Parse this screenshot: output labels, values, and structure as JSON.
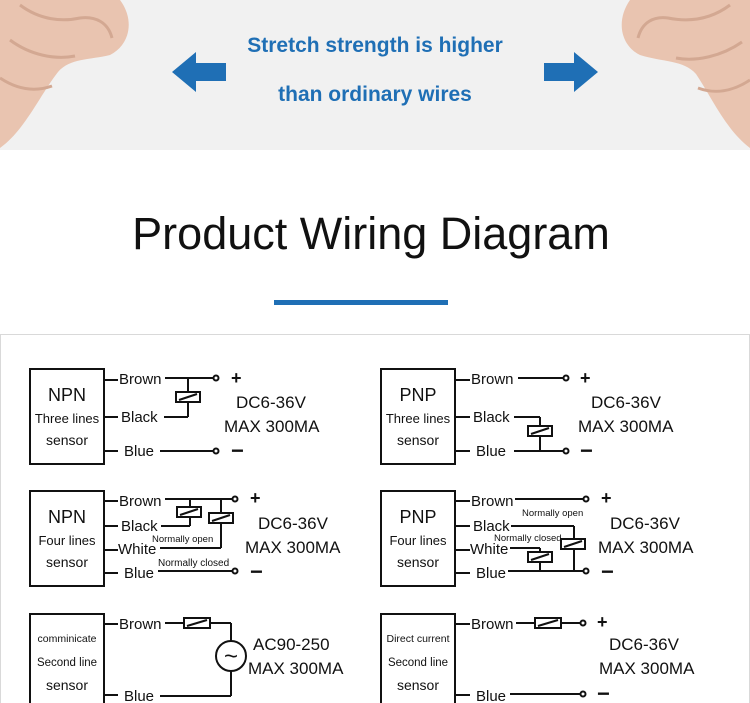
{
  "banner": {
    "line1": "Stretch strength is higher",
    "line2": "than ordinary wires",
    "accent": "#1f6fb5"
  },
  "title": "Product Wiring Diagram",
  "diagrams": [
    {
      "box": [
        "NPN",
        "Three lines",
        "sensor"
      ],
      "wires": [
        "Brown",
        "Black",
        "Blue"
      ],
      "spec": [
        "DC6-36V",
        "MAX 300MA"
      ],
      "plus": "+",
      "minus": "−"
    },
    {
      "box": [
        "PNP",
        "Three lines",
        "sensor"
      ],
      "wires": [
        "Brown",
        "Black",
        "Blue"
      ],
      "spec": [
        "DC6-36V",
        "MAX 300MA"
      ],
      "plus": "+",
      "minus": "−"
    },
    {
      "box": [
        "NPN",
        "Four lines",
        "sensor"
      ],
      "wires": [
        "Brown",
        "Black",
        "White",
        "Blue"
      ],
      "spec": [
        "DC6-36V",
        "MAX 300MA"
      ],
      "notes": [
        "Normally open",
        "Normally closed"
      ],
      "plus": "+",
      "minus": "−"
    },
    {
      "box": [
        "PNP",
        "Four lines",
        "sensor"
      ],
      "wires": [
        "Brown",
        "Black",
        "White",
        "Blue"
      ],
      "spec": [
        "DC6-36V",
        "MAX 300MA"
      ],
      "notes": [
        "Normally open",
        "Normally closed"
      ],
      "plus": "+",
      "minus": "−"
    },
    {
      "box": [
        "comminicate",
        "Second line",
        "sensor"
      ],
      "wires": [
        "Brown",
        "Blue"
      ],
      "spec": [
        "AC90-250",
        "MAX 300MA"
      ],
      "ac_symbol": "~"
    },
    {
      "box": [
        "Direct current",
        "Second line",
        "sensor"
      ],
      "wires": [
        "Brown",
        "Blue"
      ],
      "spec": [
        "DC6-36V",
        "MAX 300MA"
      ],
      "plus": "+",
      "minus": "−"
    }
  ]
}
